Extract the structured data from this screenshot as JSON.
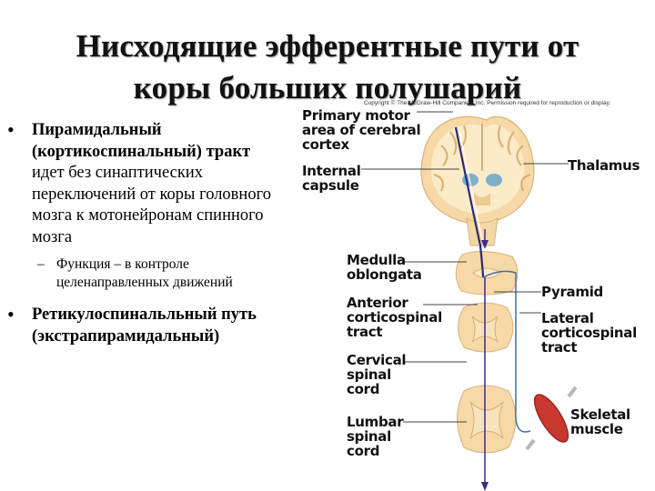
{
  "title": {
    "line1": "Нисходящие эфферентные пути от",
    "line2": "коры больших полушарий"
  },
  "bullets": {
    "b1": {
      "bold": "Пирамидальный (кортикоспинальный) тракт",
      "text": " идет без синаптических переключений от коры головного мозга к мотонейронам спинного мозга"
    },
    "b1_sub": "Функция – в контроле целенаправленных движений",
    "b2": {
      "bold": "Ретикулоспинальльный путь (экстрапирамидальный)"
    }
  },
  "figure": {
    "copyright": "Copyright © The McGraw-Hill Companies, Inc. Permission required for reproduction or display.",
    "labels": {
      "primary_motor": [
        "Primary motor",
        "area of cerebral",
        "cortex"
      ],
      "internal_capsule": [
        "Internal",
        "capsule"
      ],
      "thalamus": [
        "Thalamus"
      ],
      "medulla": [
        "Medulla",
        "oblongata"
      ],
      "pyramid": [
        "Pyramid"
      ],
      "anterior": [
        "Anterior",
        "corticospinal",
        "tract"
      ],
      "lateral": [
        "Lateral",
        "corticospinal",
        "tract"
      ],
      "cervical": [
        "Cervical",
        "spinal",
        "cord"
      ],
      "lumbar": [
        "Lumbar",
        "spinal",
        "cord"
      ],
      "skeletal": [
        "Skeletal",
        "muscle"
      ]
    }
  }
}
